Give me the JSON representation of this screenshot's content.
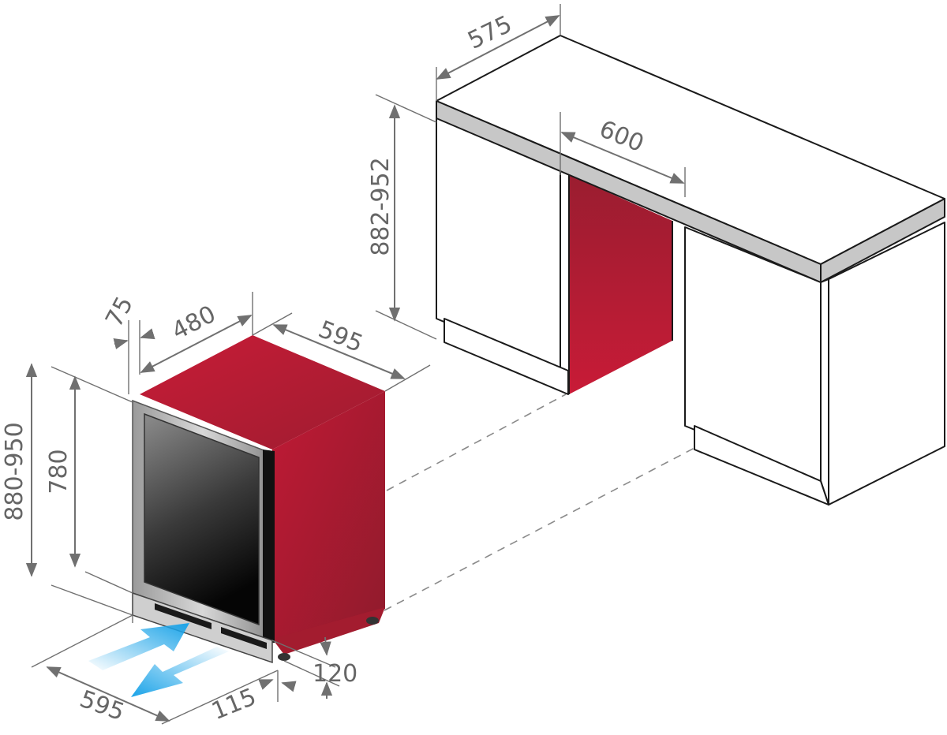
{
  "diagram": {
    "dimensions": {
      "counter_depth": "575",
      "counter_height": "882-952",
      "niche_width": "600",
      "door_offset": "75",
      "appliance_depth": "480",
      "appliance_width": "595",
      "total_height": "880-950",
      "body_height": "780",
      "base_clearance": "120",
      "floor_width": "595",
      "floor_depth": "115"
    },
    "colors": {
      "cabinet_red": "#b81a34",
      "cabinet_red_dark": "#8e1b2c",
      "airflow_blue": "#1aa3e8",
      "countertop_edge": "#c7c7c7",
      "dimension_gray": "#666666"
    }
  }
}
